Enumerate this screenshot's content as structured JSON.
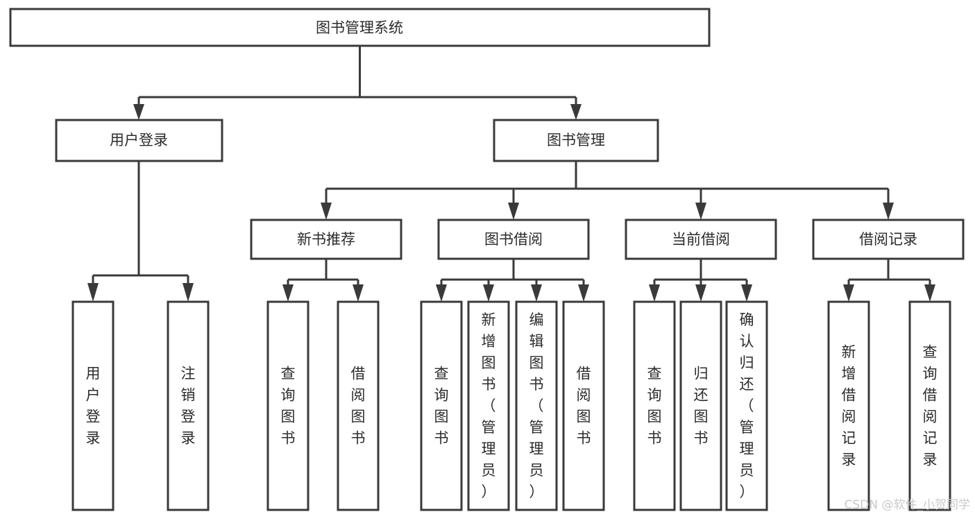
{
  "diagram": {
    "type": "hierarchy-tree",
    "title": "图书管理系统",
    "root": {
      "id": "root",
      "label": "图书管理系统",
      "orientation": "horizontal"
    },
    "level2": [
      {
        "id": "user-login",
        "label": "用户登录",
        "orientation": "horizontal"
      },
      {
        "id": "book-management",
        "label": "图书管理",
        "orientation": "horizontal"
      }
    ],
    "level3": [
      {
        "id": "new-book-recommend",
        "label": "新书推荐",
        "orientation": "horizontal",
        "parent": "book-management"
      },
      {
        "id": "book-borrow",
        "label": "图书借阅",
        "orientation": "horizontal",
        "parent": "book-management"
      },
      {
        "id": "current-borrow",
        "label": "当前借阅",
        "orientation": "horizontal",
        "parent": "book-management"
      },
      {
        "id": "borrow-record",
        "label": "借阅记录",
        "orientation": "horizontal",
        "parent": "book-management"
      }
    ],
    "leaves": [
      {
        "id": "leaf-user-login",
        "label": "用户登录",
        "orientation": "vertical",
        "parent": "user-login"
      },
      {
        "id": "leaf-user-logout",
        "label": "注销登录",
        "orientation": "vertical",
        "parent": "user-login"
      },
      {
        "id": "leaf-query-book-1",
        "label": "查询图书",
        "orientation": "vertical",
        "parent": "new-book-recommend"
      },
      {
        "id": "leaf-borrow-book-1",
        "label": "借阅图书",
        "orientation": "vertical",
        "parent": "new-book-recommend"
      },
      {
        "id": "leaf-query-book-2",
        "label": "查询图书",
        "orientation": "vertical",
        "parent": "book-borrow"
      },
      {
        "id": "leaf-add-book",
        "label": "新增图书（管理员）",
        "orientation": "vertical",
        "parent": "book-borrow"
      },
      {
        "id": "leaf-edit-book",
        "label": "编辑图书（管理员）",
        "orientation": "vertical",
        "parent": "book-borrow"
      },
      {
        "id": "leaf-borrow-book-2",
        "label": "借阅图书",
        "orientation": "vertical",
        "parent": "book-borrow"
      },
      {
        "id": "leaf-query-book-3",
        "label": "查询图书",
        "orientation": "vertical",
        "parent": "current-borrow"
      },
      {
        "id": "leaf-return-book",
        "label": "归还图书",
        "orientation": "vertical",
        "parent": "current-borrow"
      },
      {
        "id": "leaf-confirm-return",
        "label": "确认归还（管理员）",
        "orientation": "vertical",
        "parent": "current-borrow"
      },
      {
        "id": "leaf-add-record",
        "label": "新增借阅记录",
        "orientation": "vertical",
        "parent": "borrow-record"
      },
      {
        "id": "leaf-query-record",
        "label": "查询借阅记录",
        "orientation": "vertical",
        "parent": "borrow-record"
      }
    ],
    "colors": {
      "box_stroke": "#3a3a3a",
      "box_fill": "#ffffff",
      "text": "#2b2b2b",
      "connector": "#3a3a3a",
      "watermark": "#c9c9c9",
      "background": "#ffffff"
    }
  },
  "watermark": {
    "text": "CSDN @软件_小贺同学"
  }
}
